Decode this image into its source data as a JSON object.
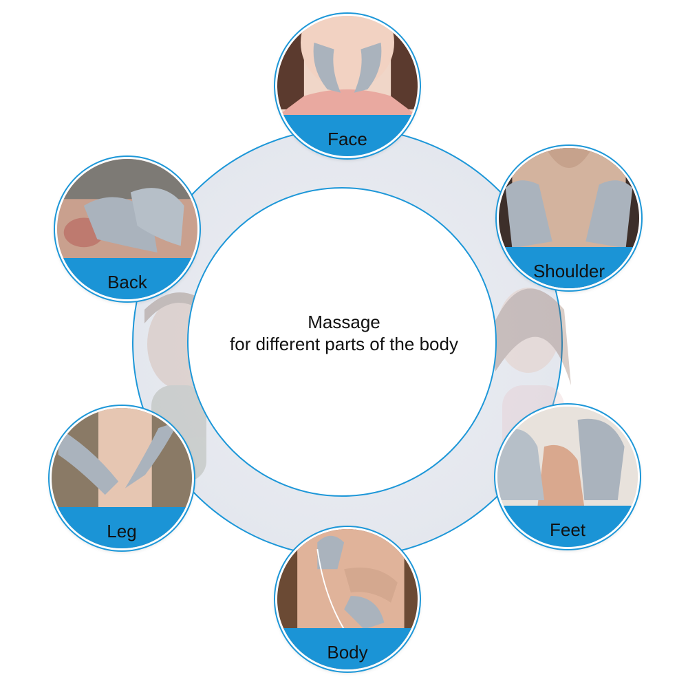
{
  "center": {
    "line1": "Massage",
    "line2": "for different parts of the body"
  },
  "colors": {
    "ring": "#e8ebf1",
    "ring_border": "#1d97d8",
    "band": "#1b94d6",
    "glove": "#aab3bd"
  },
  "badges": [
    {
      "id": "face",
      "label": "Face",
      "icon": "face-gloves-photo"
    },
    {
      "id": "shoulder",
      "label": "Shoulder",
      "icon": "shoulder-gloves-photo"
    },
    {
      "id": "back",
      "label": "Back",
      "icon": "back-gloves-photo"
    },
    {
      "id": "leg",
      "label": "Leg",
      "icon": "leg-gloves-photo"
    },
    {
      "id": "feet",
      "label": "Feet",
      "icon": "feet-gloves-photo"
    },
    {
      "id": "body",
      "label": "Body",
      "icon": "body-gloves-photo"
    }
  ]
}
